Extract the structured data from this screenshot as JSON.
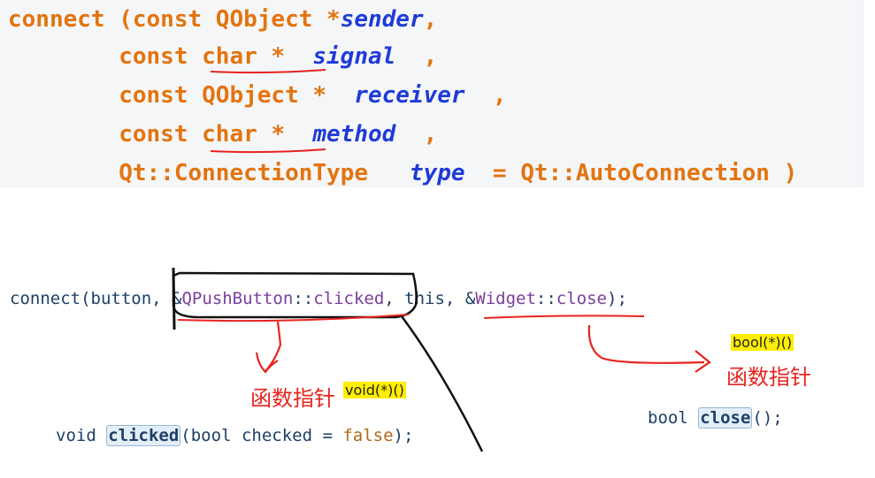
{
  "signature": {
    "line1": {
      "prefix": "connect (const QObject *",
      "param": "sender",
      "suffix": ","
    },
    "line2": {
      "prefix": "        const char *  ",
      "param": "signal",
      "suffix": "  ,"
    },
    "line3": {
      "prefix": "        const QObject *  ",
      "param": "receiver",
      "suffix": "  ,"
    },
    "line4": {
      "prefix": "        const char *  ",
      "param": "method",
      "suffix": "  ,"
    },
    "line5": {
      "prefix": "        Qt::ConnectionType   ",
      "param": "type",
      "suffix": "  = Qt::AutoConnection )"
    }
  },
  "call": {
    "fn": "connect(button, ",
    "amp1": "&",
    "signal_class": "QPushButton",
    "signal_sep": "::",
    "signal_name": "clicked",
    "middle": ", this, ",
    "amp2": "&",
    "slot_class": "Widget",
    "slot_sep": "::",
    "slot_name": "close",
    "end": ");"
  },
  "signal_decl": {
    "ret": "void ",
    "name": "clicked",
    "open": "(",
    "ptype": "bool",
    "pname": " checked = ",
    "default": "false",
    "close": ");"
  },
  "slot_decl": {
    "ret": "bool ",
    "name": "close",
    "rest": "();"
  },
  "annotations": {
    "left_cn": "函数指针",
    "left_type": "void(*)()",
    "right_type": "bool(*)()",
    "right_cn": "函数指针"
  },
  "colors": {
    "orange": "#e3740f",
    "blue": "#1f3bd6",
    "red": "#e8231f",
    "yellow": "#ffee00"
  }
}
